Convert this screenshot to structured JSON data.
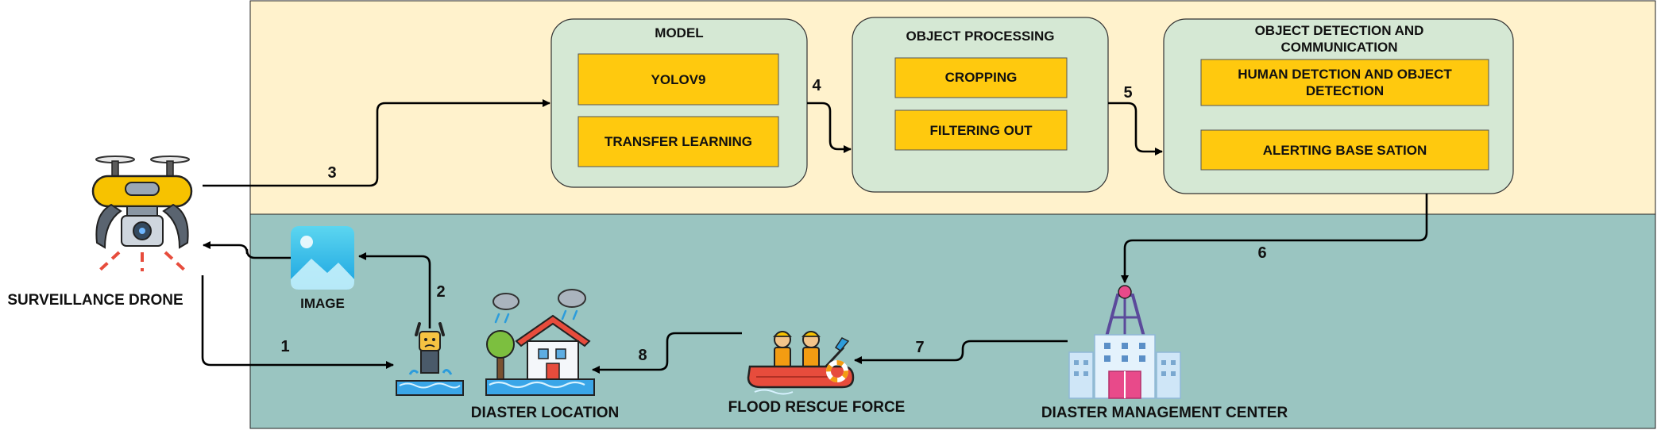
{
  "colors": {
    "top_band": "#fff2cc",
    "bottom_band": "#9ac5c1",
    "panel_fill": "#d5e8d4",
    "task_fill": "#ffc90e",
    "arrow": "#000000"
  },
  "panels": {
    "model": {
      "title": "MODEL",
      "tasks": [
        "YOLOV9",
        "TRANSFER LEARNING"
      ]
    },
    "processing": {
      "title": "OBJECT PROCESSING",
      "tasks": [
        "CROPPING",
        "FILTERING OUT"
      ]
    },
    "detection": {
      "title_line1": "OBJECT DETECTION AND",
      "title_line2": "COMMUNICATION",
      "task1_line1": "HUMAN DETCTION AND OBJECT",
      "task1_line2": "DETECTION",
      "task2": "ALERTING BASE SATION"
    }
  },
  "nodes": {
    "drone": {
      "label": "SURVEILLANCE DRONE",
      "icon": "drone-icon"
    },
    "image": {
      "label": "IMAGE",
      "icon": "image-icon"
    },
    "victim": {
      "icon": "drowning-person-icon"
    },
    "location": {
      "label": "DIASTER LOCATION",
      "icon": "flooded-house-icon"
    },
    "rescue": {
      "label": "FLOOD RESCUE FORCE",
      "icon": "rescue-boat-icon"
    },
    "center": {
      "label": "DIASTER MANAGEMENT CENTER",
      "icon": "management-center-icon"
    }
  },
  "steps": [
    "1",
    "2",
    "3",
    "4",
    "5",
    "6",
    "7",
    "8"
  ]
}
